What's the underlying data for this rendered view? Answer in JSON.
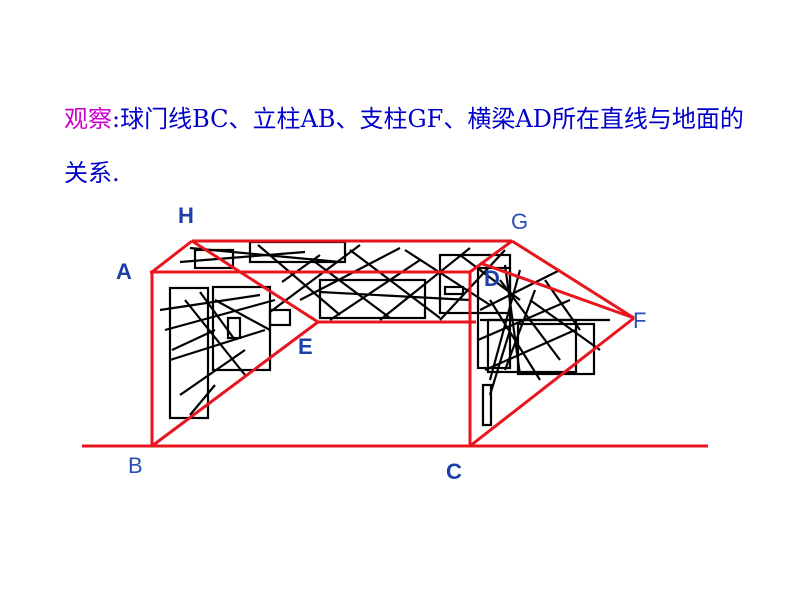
{
  "caption": {
    "keyword": "观察",
    "text": ":球门线BC、立柱AB、支柱GF、横梁AD所在直线与地面的关系."
  },
  "labels": {
    "H": "H",
    "G": "G",
    "A": "A",
    "D": "D",
    "F": "F",
    "E": "E",
    "B": "B",
    "C": "C"
  },
  "colors": {
    "frame": "#e8141e",
    "net": "#000000",
    "caption_text": "#0000cc",
    "caption_keyword": "#cc00cc",
    "label_bold": "#1c3fa8",
    "label_plain": "#2a4fb8"
  }
}
